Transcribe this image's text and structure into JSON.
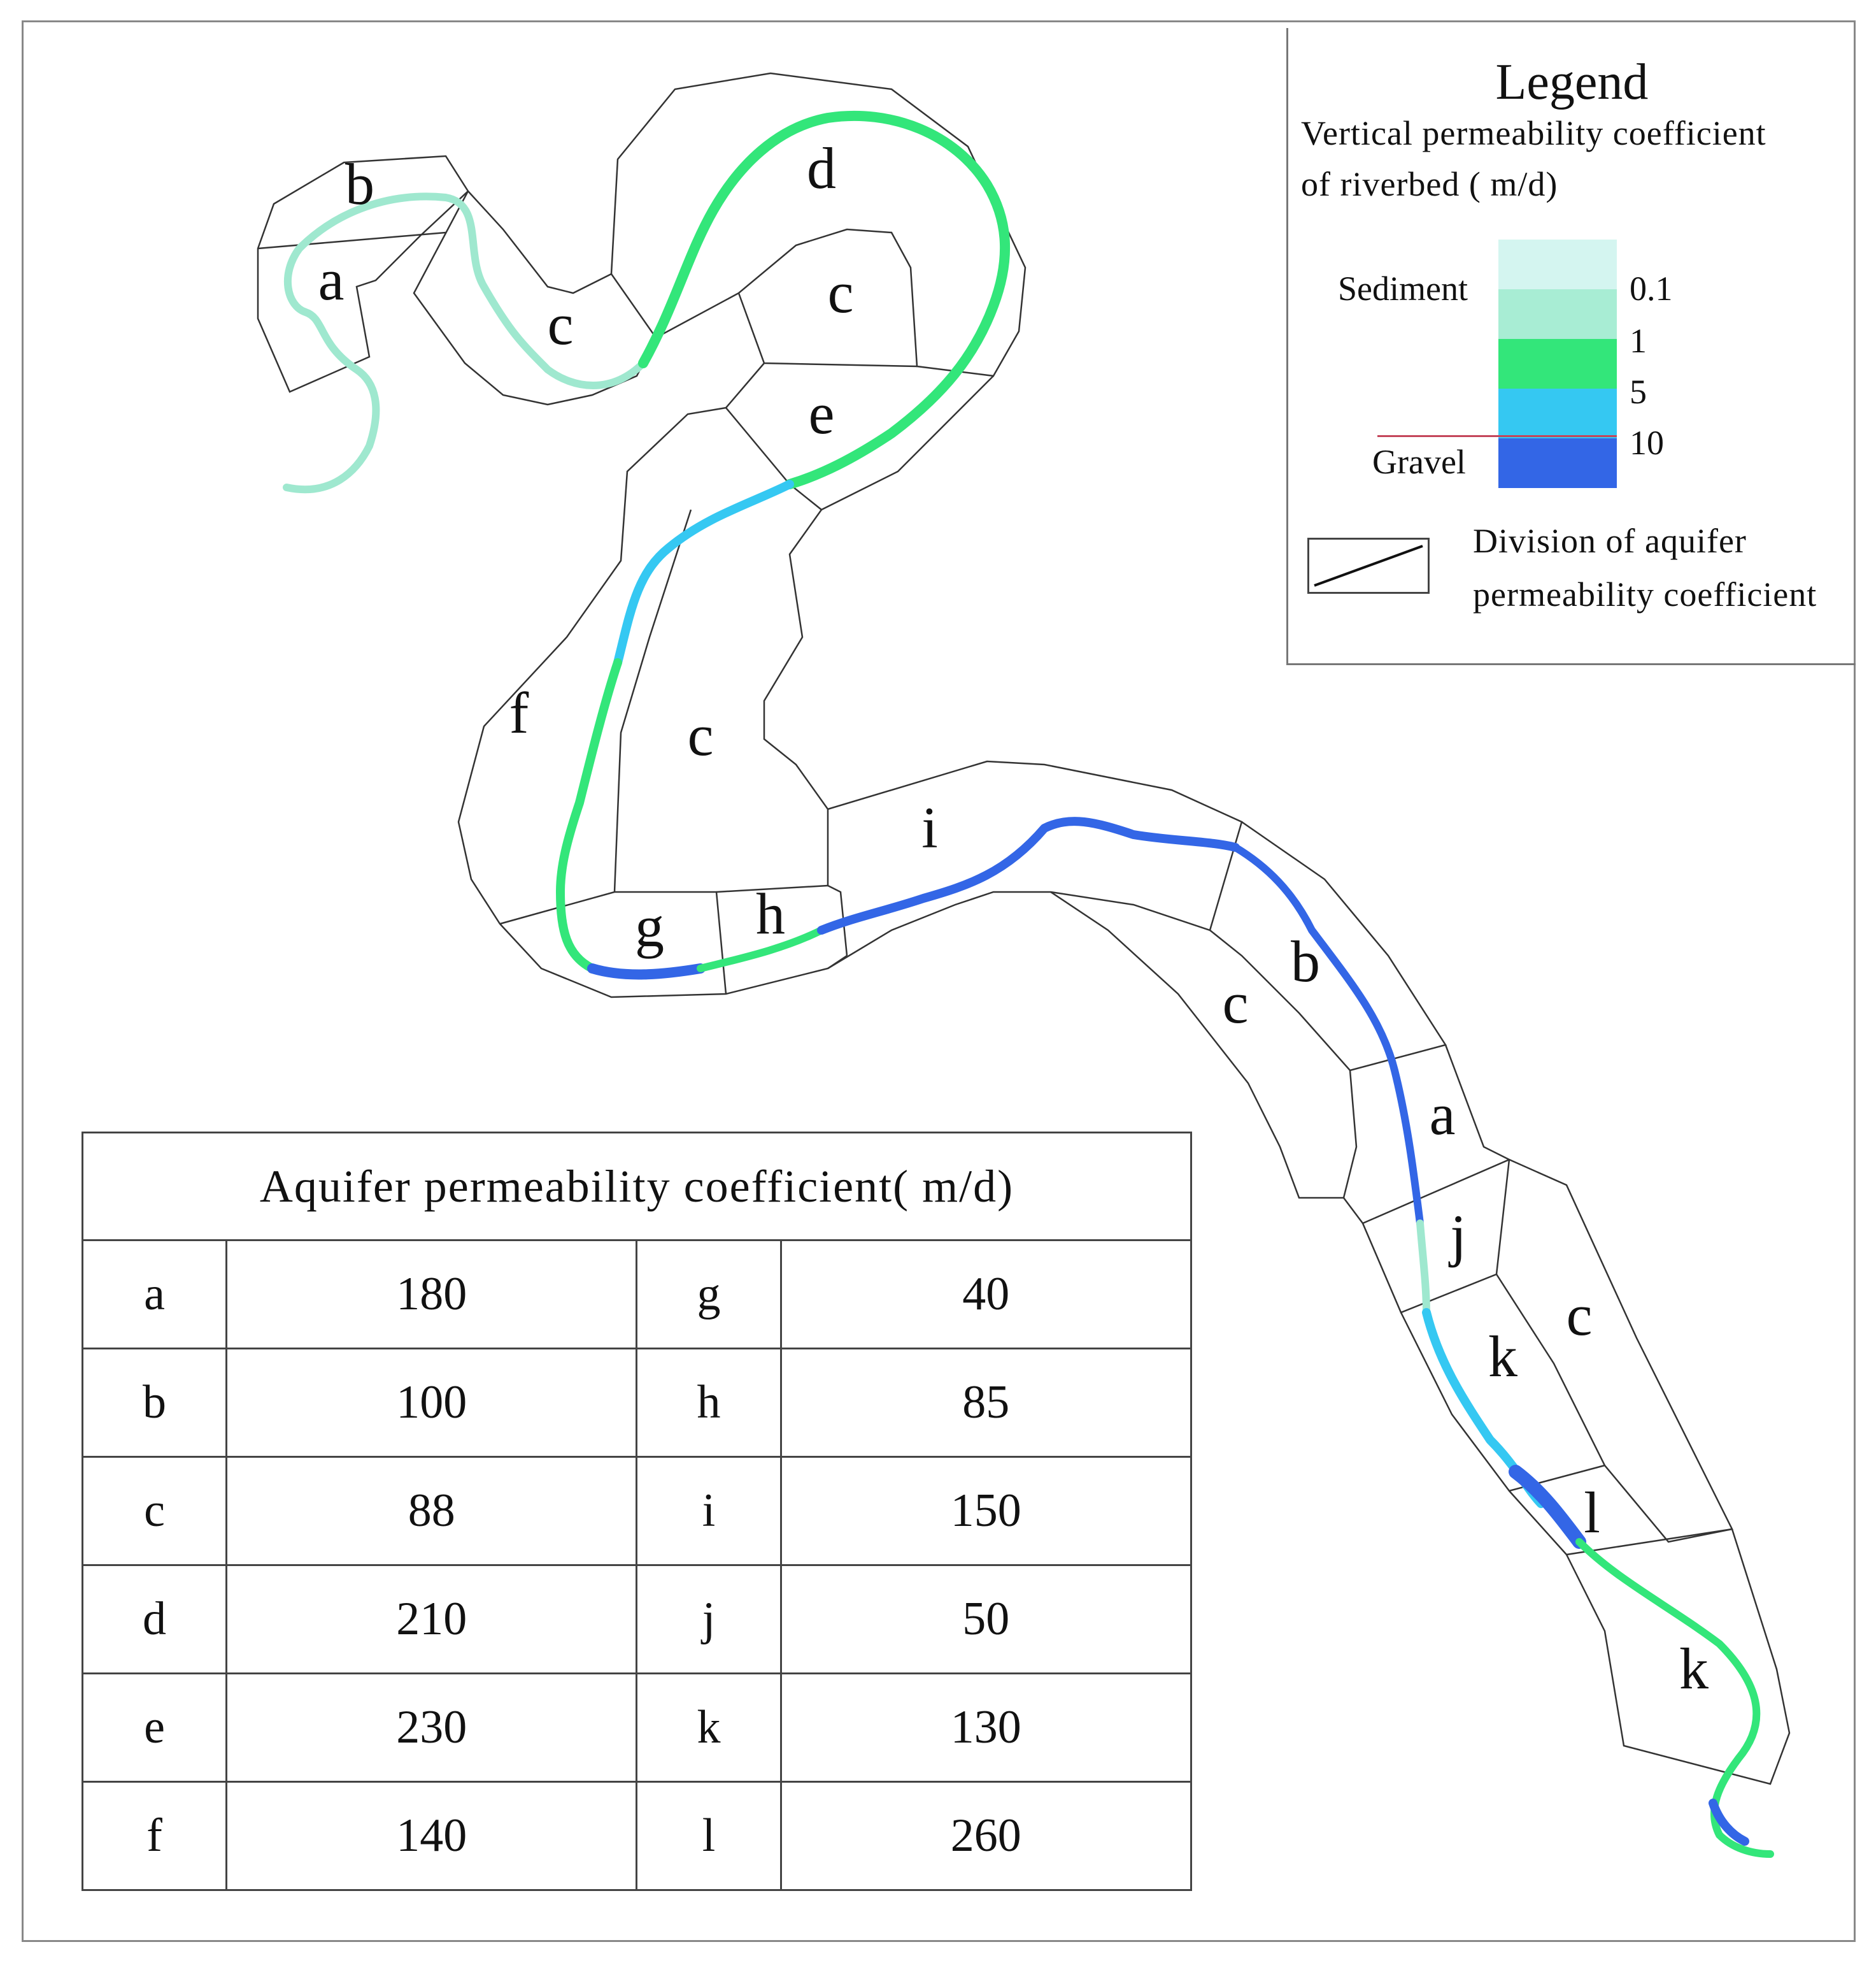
{
  "legend": {
    "title": "Legend",
    "subtitle_line1": "Vertical  permeability  coefficient",
    "subtitle_line2": "of  riverbed (   m/d)",
    "class_sediment": "Sediment",
    "class_gravel": "Gravel",
    "ticks": [
      "0.1",
      "1",
      "5",
      "10"
    ],
    "ramp_colors": [
      "#d4f5f0",
      "#a8edd4",
      "#33e67a",
      "#35c8f2",
      "#3366e6"
    ],
    "division_label_line1": "Division  of  aquifer",
    "division_label_line2": "permeability  coefficient"
  },
  "zones": [
    {
      "id": "zone-a-1",
      "label": "a"
    },
    {
      "id": "zone-b-1",
      "label": "b"
    },
    {
      "id": "zone-c-1",
      "label": "c"
    },
    {
      "id": "zone-d",
      "label": "d"
    },
    {
      "id": "zone-c-2",
      "label": "c"
    },
    {
      "id": "zone-e",
      "label": "e"
    },
    {
      "id": "zone-f",
      "label": "f"
    },
    {
      "id": "zone-c-3",
      "label": "c"
    },
    {
      "id": "zone-i",
      "label": "i"
    },
    {
      "id": "zone-g",
      "label": "g"
    },
    {
      "id": "zone-h",
      "label": "h"
    },
    {
      "id": "zone-b-2",
      "label": "b"
    },
    {
      "id": "zone-c-4",
      "label": "c"
    },
    {
      "id": "zone-a-2",
      "label": "a"
    },
    {
      "id": "zone-j",
      "label": "j"
    },
    {
      "id": "zone-c-5",
      "label": "c"
    },
    {
      "id": "zone-k-1",
      "label": "k"
    },
    {
      "id": "zone-l",
      "label": "l"
    },
    {
      "id": "zone-k-2",
      "label": "k"
    }
  ],
  "table": {
    "title": "Aquifer  permeability  coefficient( m/d)",
    "rows": [
      [
        "a",
        "180",
        "g",
        "40"
      ],
      [
        "b",
        "100",
        "h",
        "85"
      ],
      [
        "c",
        "88",
        "i",
        "150"
      ],
      [
        "d",
        "210",
        "j",
        "50"
      ],
      [
        "e",
        "230",
        "k",
        "130"
      ],
      [
        "f",
        "140",
        "l",
        "260"
      ]
    ]
  }
}
